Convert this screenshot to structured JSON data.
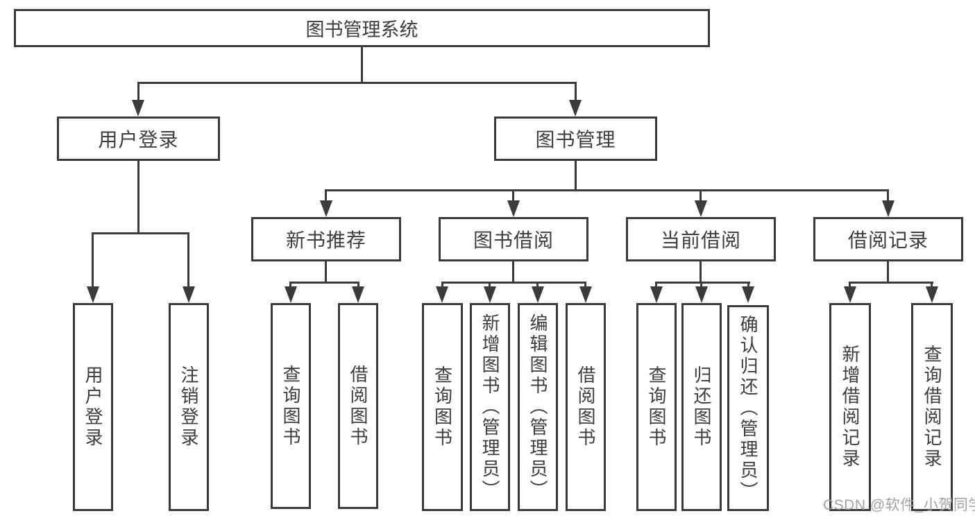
{
  "colors": {
    "line": "#3b3b3b",
    "text": "#3d3d3d",
    "background": "#ffffff",
    "watermark": "#9e9e9e"
  },
  "tree": {
    "root": {
      "label": "图书管理系统"
    },
    "branches": [
      {
        "label": "用户登录",
        "leaves": [
          {
            "label": "用户登录"
          },
          {
            "label": "注销登录"
          }
        ]
      },
      {
        "label": "图书管理",
        "groups": [
          {
            "label": "新书推荐",
            "leaves": [
              {
                "label": "查询图书"
              },
              {
                "label": "借阅图书"
              }
            ]
          },
          {
            "label": "图书借阅",
            "leaves": [
              {
                "label": "查询图书"
              },
              {
                "label": "新增图书（管理员）"
              },
              {
                "label": "编辑图书（管理员）"
              },
              {
                "label": "借阅图书"
              }
            ]
          },
          {
            "label": "当前借阅",
            "leaves": [
              {
                "label": "查询图书"
              },
              {
                "label": "归还图书"
              },
              {
                "label": "确认归还（管理员）"
              }
            ]
          },
          {
            "label": "借阅记录",
            "leaves": [
              {
                "label": "新增借阅记录"
              },
              {
                "label": "查询借阅记录"
              }
            ]
          }
        ]
      }
    ]
  },
  "watermark": {
    "text": "CSDN @软件_小贺同学"
  }
}
